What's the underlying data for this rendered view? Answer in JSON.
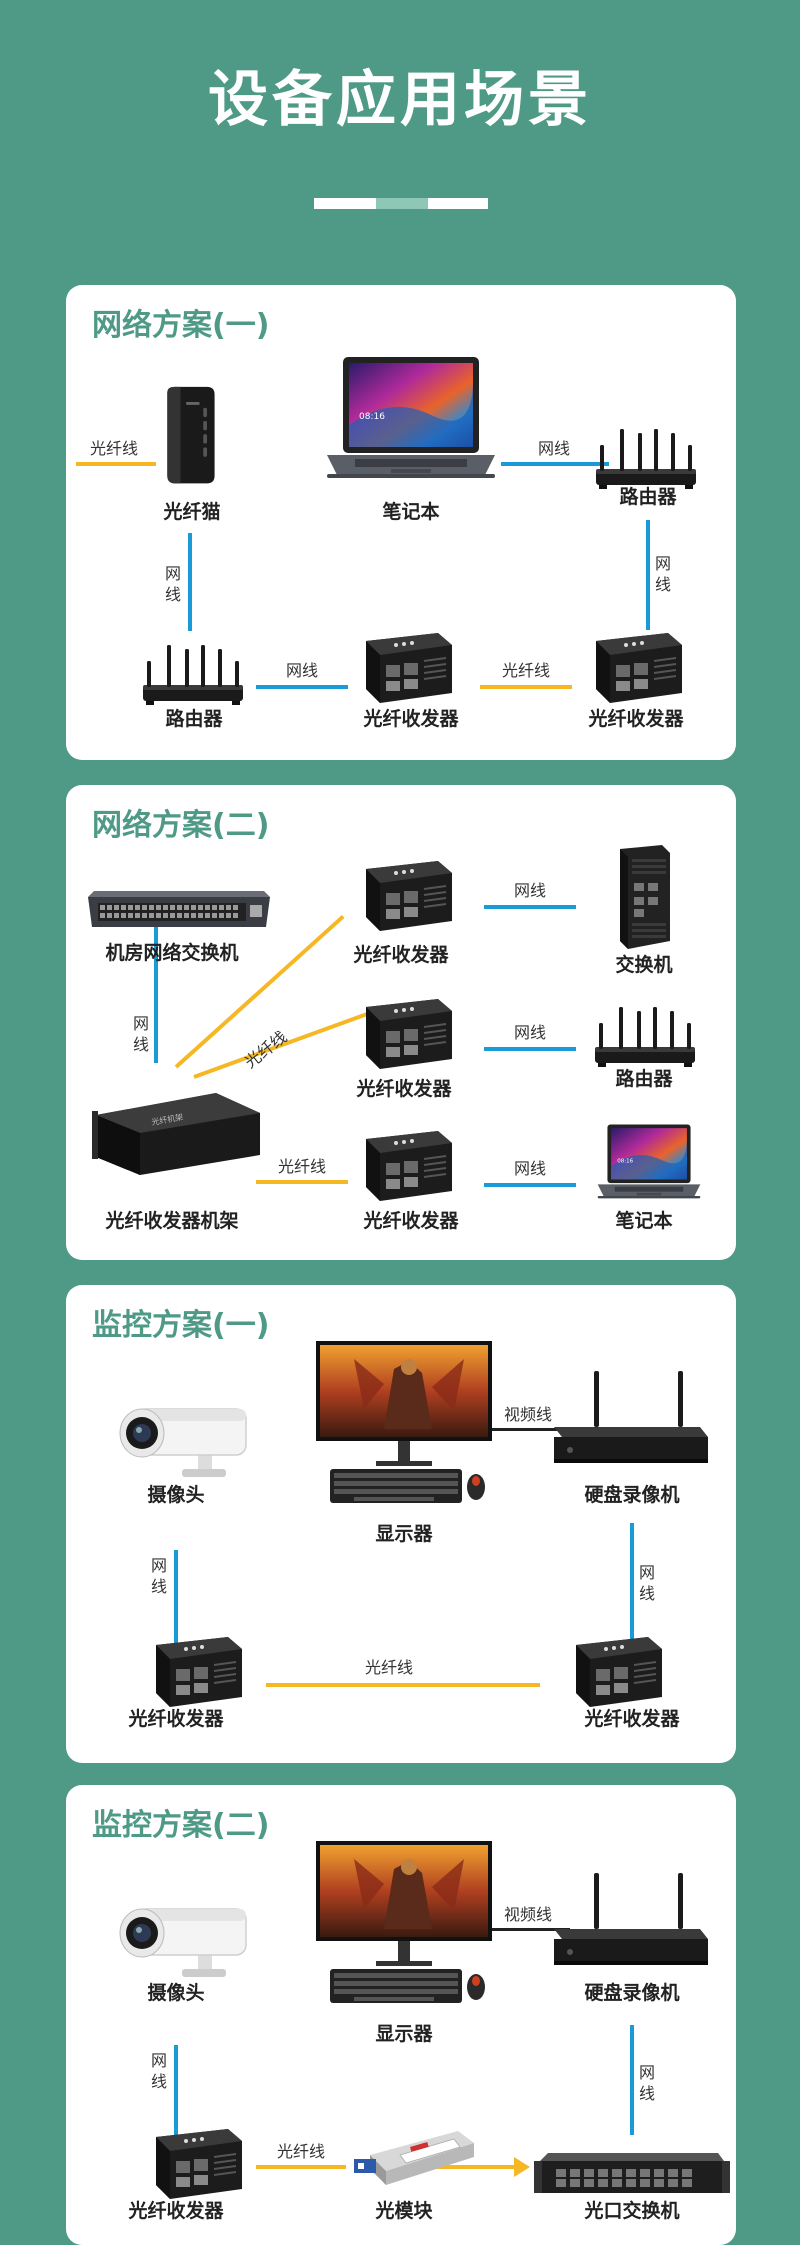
{
  "page": {
    "title": "设备应用场景",
    "colors": {
      "background": "#4f9a86",
      "accent_text": "#4f9a86",
      "network_cable": "#1a9ad6",
      "fiber_cable": "#f5b724",
      "video_cable": "#222222"
    }
  },
  "sections": [
    {
      "title": "网络方案(一)",
      "devices": {
        "modem": "光纤猫",
        "laptop": "笔记本",
        "router_top": "路由器",
        "router_bottom": "路由器",
        "transceiver_mid": "光纤收发器",
        "transceiver_right": "光纤收发器"
      },
      "cables": {
        "fiber_in": "光纤线",
        "net_laptop_router": "网线",
        "net_modem_router": "网线",
        "net_router_transceiver": "网线",
        "fiber_transceivers": "光纤线",
        "net_right": "网线"
      }
    },
    {
      "title": "网络方案(二)",
      "devices": {
        "core_switch": "机房网络交换机",
        "rack": "光纤收发器机架",
        "transceiver_1": "光纤收发器",
        "transceiver_2": "光纤收发器",
        "transceiver_3": "光纤收发器",
        "switch": "交换机",
        "router": "路由器",
        "laptop": "笔记本"
      },
      "cables": {
        "net_switch_rack": "网线",
        "fiber_diagonal": "光纤线",
        "fiber_bottom": "光纤线",
        "net_1": "网线",
        "net_2": "网线",
        "net_3": "网线"
      }
    },
    {
      "title": "监控方案(一)",
      "devices": {
        "camera": "摄像头",
        "monitor": "显示器",
        "nvr": "硬盘录像机",
        "transceiver_left": "光纤收发器",
        "transceiver_right": "光纤收发器"
      },
      "cables": {
        "video": "视频线",
        "net_left": "网线",
        "net_right": "网线",
        "fiber": "光纤线"
      }
    },
    {
      "title": "监控方案(二)",
      "devices": {
        "camera": "摄像头",
        "monitor": "显示器",
        "nvr": "硬盘录像机",
        "transceiver": "光纤收发器",
        "sfp": "光模块",
        "fiber_switch": "光口交换机"
      },
      "cables": {
        "video": "视频线",
        "net_left": "网线",
        "net_right": "网线",
        "fiber": "光纤线"
      }
    }
  ]
}
